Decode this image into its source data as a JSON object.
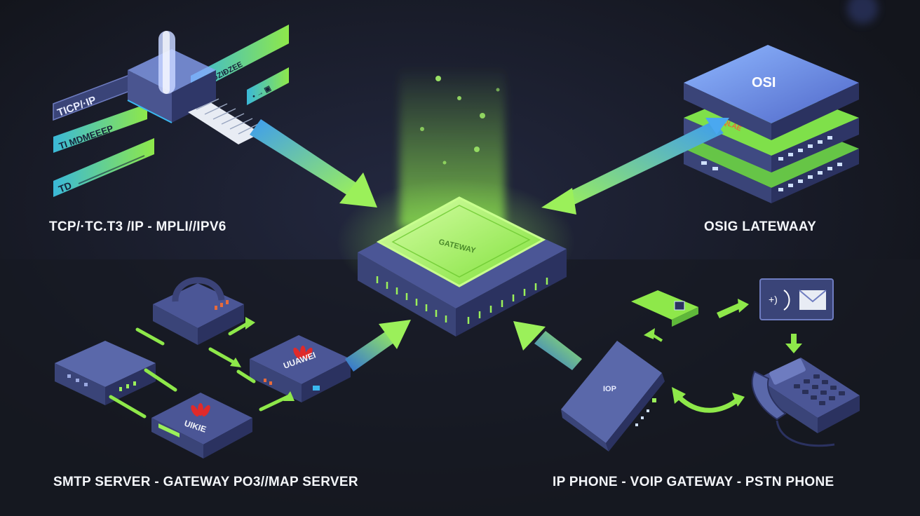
{
  "captions": {
    "top_left": "TCP/·TC.T3 /IP  - MPLI//IPV6",
    "top_right": "OSIG LATEWAAY",
    "bottom_left": "SMTP SERVER - GATEWAY PO3//MAP SERVER",
    "bottom_right": "IP PHONE - VOIP GATEWAY - PSTN PHONE"
  },
  "labels": {
    "gateway": "GATEWAY",
    "osi": "OSI",
    "osi_layer": "QLAE",
    "voip_box": "IOP",
    "tcp_ip_tag": "TICP/·IP",
    "tag_two": "TI MDMEEEP",
    "tag_three": "TD",
    "router_top_text": "→ İ ƱZIĐZEE",
    "router_small_text": "• → ▣",
    "huawei_right": "UUAWEI",
    "huawei_bottom": "UIKIE"
  },
  "icons": {
    "email": "envelope-icon",
    "sound": "sound-wave-icon",
    "phone": "desk-phone-icon"
  },
  "colors": {
    "background": "#15171f",
    "accent_green": "#8ee84a",
    "accent_blue": "#4aa8f0",
    "device_body": "#4a5590",
    "device_dark": "#2a3058"
  }
}
